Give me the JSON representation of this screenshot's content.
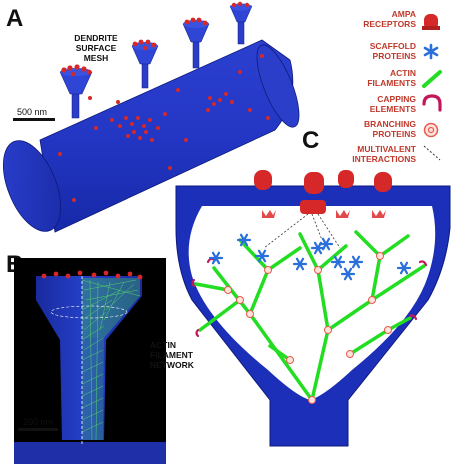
{
  "panels": {
    "a": {
      "letter": "A",
      "dendrite_label": [
        "DENDRITE",
        "SURFACE",
        "MESH"
      ],
      "scale": "500 nm"
    },
    "b": {
      "letter": "B",
      "network_label": [
        "ACTIN",
        "FILAMENT",
        "NETWORK"
      ],
      "scale": "200 nm"
    },
    "c": {
      "letter": "C"
    }
  },
  "legend": [
    {
      "lines": [
        "AMPA",
        "RECEPTORS"
      ],
      "icon": "ampa-receptor-icon",
      "color": "#d62828"
    },
    {
      "lines": [
        "SCAFFOLD",
        "PROTEINS"
      ],
      "icon": "scaffold-star-icon",
      "color": "#2a6fdb"
    },
    {
      "lines": [
        "ACTIN",
        "FILAMENTS"
      ],
      "icon": "actin-bar-icon",
      "color": "#22dd22"
    },
    {
      "lines": [
        "CAPPING",
        "ELEMENTS"
      ],
      "icon": "capping-hook-icon",
      "color": "#c2185b"
    },
    {
      "lines": [
        "BRANCHING",
        "PROTEINS"
      ],
      "icon": "branching-ring-icon",
      "color": "#e85a4f"
    },
    {
      "lines": [
        "MULTIVALENT",
        "INTERACTIONS"
      ],
      "icon": "dashed-line-icon",
      "color": "#333333"
    }
  ],
  "colors": {
    "membrane": "#1c2fb8",
    "membrane_light": "#2f45d6",
    "receptor": "#d62828",
    "actin": "#22dd22",
    "scaffold": "#2a6fdb"
  }
}
